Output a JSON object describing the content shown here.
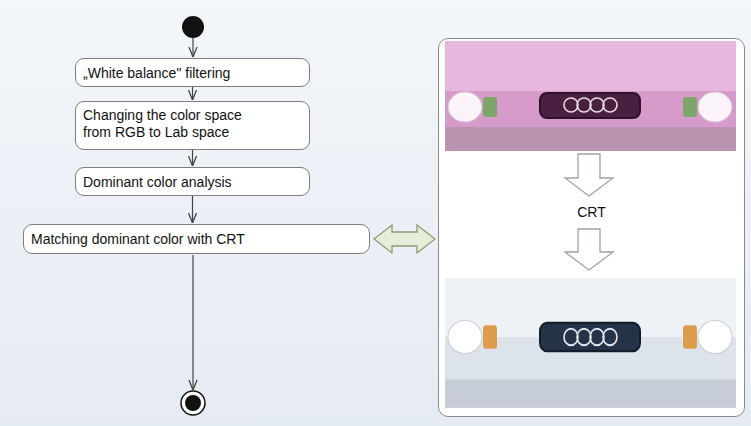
{
  "diagram": {
    "nodes": [
      {
        "text": [
          "„White balance\" filtering"
        ]
      },
      {
        "text": [
          "Changing the color space from RGB to Lab space"
        ]
      },
      {
        "text": [
          "Dominant color analysis"
        ]
      },
      {
        "text": [
          "Matching dominant color with CRT"
        ]
      },
      {
        "text": [
          "CRT"
        ]
      }
    ],
    "edges": [
      {
        "from": 0,
        "to": 1,
        "arrow": "to"
      },
      {
        "from": 1,
        "to": 2,
        "arrow": "to"
      },
      {
        "from": 2,
        "to": 3,
        "arrow": "to"
      },
      {
        "from": 3,
        "to": 4,
        "arrow": "both"
      }
    ]
  }
}
